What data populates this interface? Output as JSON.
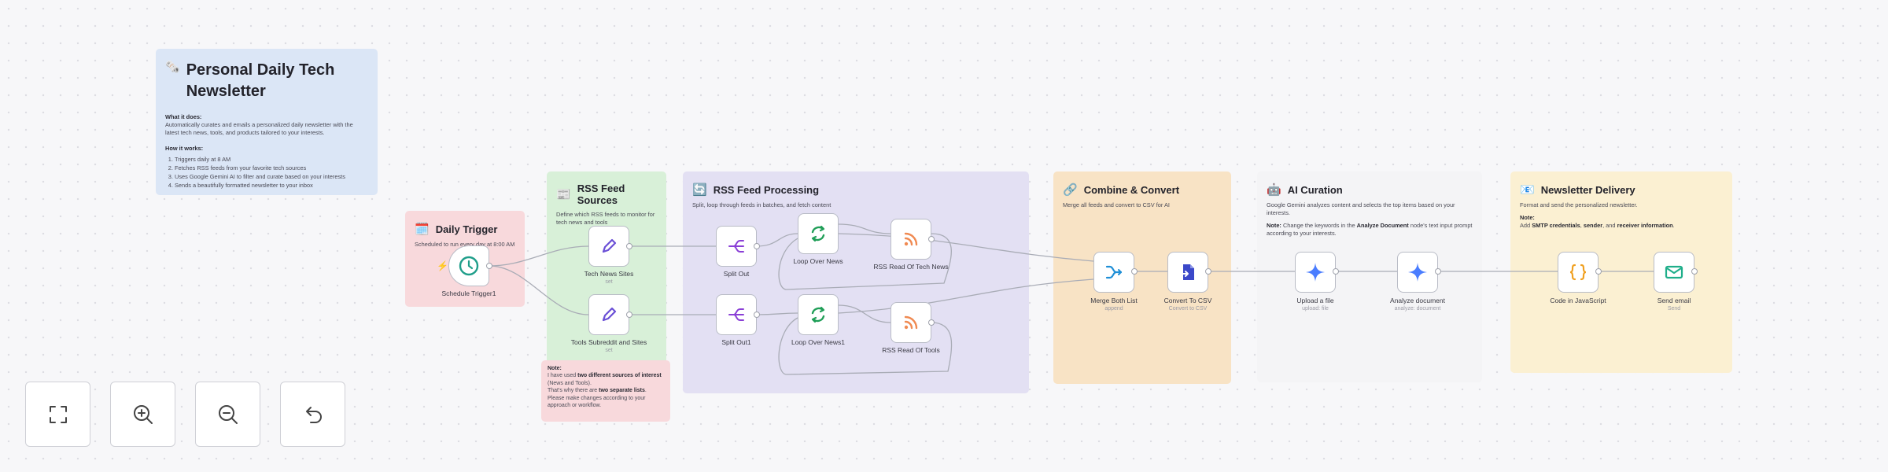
{
  "main_note": {
    "emoji": "🗞️",
    "title": "Personal Daily Tech Newsletter",
    "what_label": "What it does:",
    "what_text": "Automatically curates and emails a personalized daily newsletter with the latest tech news, tools, and products tailored to your interests.",
    "how_label": "How it works:",
    "steps": [
      "Triggers daily at 8 AM",
      "Fetches RSS feeds from your favorite tech sources",
      "Uses Google Gemini AI to filter and curate based on your interests",
      "Sends a beautifully formatted newsletter to your inbox"
    ]
  },
  "sections": {
    "trigger": {
      "emoji": "🗓️",
      "title": "Daily Trigger",
      "text": "Scheduled to run every day at 8:00 AM"
    },
    "rss": {
      "emoji": "📰",
      "title": "RSS Feed Sources",
      "text": "Define which RSS feeds to monitor for tech news and tools"
    },
    "processing": {
      "emoji": "🔄",
      "title": "RSS Feed Processing",
      "text": "Split, loop through feeds in batches, and fetch content"
    },
    "combine": {
      "emoji": "🔗",
      "title": "Combine & Convert",
      "text": "Merge all feeds and convert to CSV for AI"
    },
    "ai": {
      "emoji": "🤖",
      "title": "AI Curation",
      "text": "Google Gemini analyzes content and selects the top items based on your interests.",
      "note_label": "Note:",
      "note_text_a": "Change the keywords in the",
      "note_bold": "Analyze Document",
      "note_text_b": "node's text input prompt according to your interests."
    },
    "newsletter": {
      "emoji": "📧",
      "title": "Newsletter Delivery",
      "text": "Format and send the personalized newsletter.",
      "note_label": "Note:",
      "note_a": "Add",
      "note_b1": "SMTP credentials",
      "note_c": ",",
      "note_b2": "sender",
      "note_d": ", and",
      "note_b3": "receiver information",
      "note_e": "."
    }
  },
  "side_note": {
    "label": "Note:",
    "line_a": "I have used",
    "bold_a": "two different sources of interest",
    "line_b": "(News and Tools).",
    "line_c": "That's why there are",
    "bold_b": "two separate lists",
    "line_d": ". Please make changes according to your approach or workflow."
  },
  "nodes": {
    "schedule": {
      "label": "Schedule Trigger1"
    },
    "tech_news_sites": {
      "label": "Tech News Sites",
      "sub": "set"
    },
    "tools_sites": {
      "label": "Tools Subreddit and Sites",
      "sub": "set"
    },
    "split_out": {
      "label": "Split Out"
    },
    "split_out1": {
      "label": "Split Out1"
    },
    "loop_news": {
      "label": "Loop Over News"
    },
    "loop_news1": {
      "label": "Loop Over News1"
    },
    "rss_tech": {
      "label": "RSS Read Of Tech News"
    },
    "rss_tools": {
      "label": "RSS Read Of Tools"
    },
    "merge": {
      "label": "Merge Both List",
      "sub": "append"
    },
    "convert": {
      "label": "Convert To CSV",
      "sub": "Convert to CSV"
    },
    "upload": {
      "label": "Upload a file",
      "sub": "upload: file"
    },
    "analyze": {
      "label": "Analyze document",
      "sub": "analyze: document"
    },
    "code": {
      "label": "Code in JavaScript"
    },
    "send_email": {
      "label": "Send email",
      "sub": "Send"
    }
  },
  "controls": {
    "fit_icon": "fit-view-icon",
    "zoom_in_icon": "zoom-in-icon",
    "zoom_out_icon": "zoom-out-icon",
    "reset_icon": "reset-zoom-icon"
  },
  "colors": {
    "note_blue": "#dbe6f6",
    "note_red": "#f8d9dc",
    "note_green": "#d8f0d8",
    "note_purple": "#e3e0f3",
    "note_orange": "#f8e3c5",
    "note_gray": "#f4f4f6",
    "note_yellow": "#fbf0d2",
    "trigger_icon": "#1f9e8a",
    "edit_icon": "#6a4fd6",
    "split_icon": "#8a3fd6",
    "loop_icon": "#1f9e57",
    "rss_icon": "#f08a52",
    "merge_icon": "#1f8fd6",
    "convert_icon": "#3b48c9",
    "gemini_icon": "#4a7dff",
    "code_icon": "#f0a020",
    "email_icon": "#1fae8a"
  }
}
